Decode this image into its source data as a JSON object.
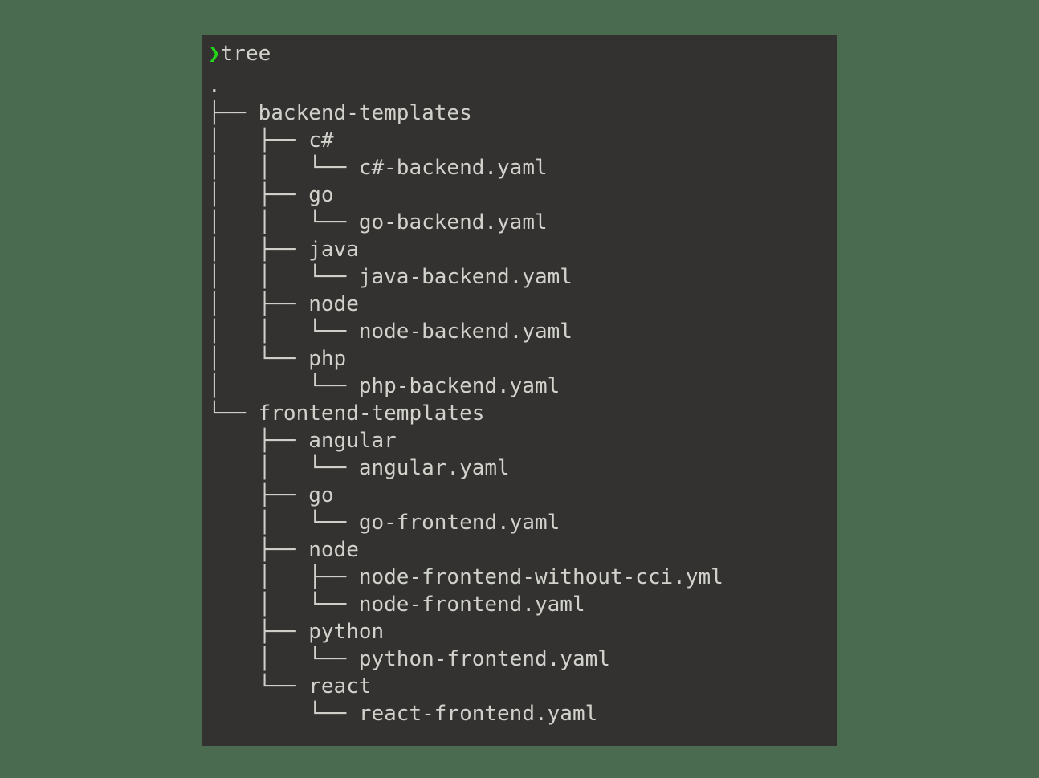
{
  "desktop": {
    "background_color": "#4a6b50"
  },
  "terminal": {
    "background_color": "#333230",
    "text_color": "#d2d2cd",
    "prompt_color": "#23d718",
    "prompt_sigil": "❯",
    "command": "tree",
    "root": ".",
    "lines": [
      {
        "branch": "├── ",
        "name": "backend-templates"
      },
      {
        "branch": "│   ├── ",
        "name": "c#"
      },
      {
        "branch": "│   │   └── ",
        "name": "c#-backend.yaml"
      },
      {
        "branch": "│   ├── ",
        "name": "go"
      },
      {
        "branch": "│   │   └── ",
        "name": "go-backend.yaml"
      },
      {
        "branch": "│   ├── ",
        "name": "java"
      },
      {
        "branch": "│   │   └── ",
        "name": "java-backend.yaml"
      },
      {
        "branch": "│   ├── ",
        "name": "node"
      },
      {
        "branch": "│   │   └── ",
        "name": "node-backend.yaml"
      },
      {
        "branch": "│   └── ",
        "name": "php"
      },
      {
        "branch": "│       └── ",
        "name": "php-backend.yaml"
      },
      {
        "branch": "└── ",
        "name": "frontend-templates"
      },
      {
        "branch": "    ├── ",
        "name": "angular"
      },
      {
        "branch": "    │   └── ",
        "name": "angular.yaml"
      },
      {
        "branch": "    ├── ",
        "name": "go"
      },
      {
        "branch": "    │   └── ",
        "name": "go-frontend.yaml"
      },
      {
        "branch": "    ├── ",
        "name": "node"
      },
      {
        "branch": "    │   ├── ",
        "name": "node-frontend-without-cci.yml"
      },
      {
        "branch": "    │   └── ",
        "name": "node-frontend.yaml"
      },
      {
        "branch": "    ├── ",
        "name": "python"
      },
      {
        "branch": "    │   └── ",
        "name": "python-frontend.yaml"
      },
      {
        "branch": "    └── ",
        "name": "react"
      },
      {
        "branch": "        └── ",
        "name": "react-frontend.yaml"
      }
    ]
  }
}
